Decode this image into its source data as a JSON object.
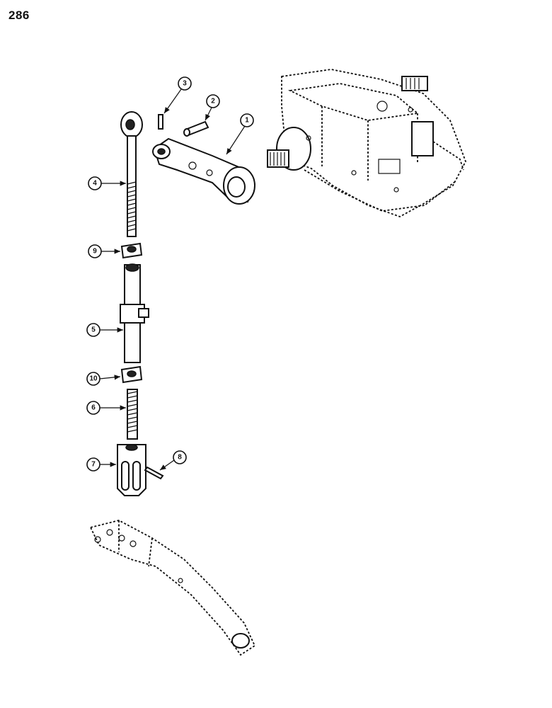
{
  "page": {
    "number": "286"
  },
  "callouts": [
    "1",
    "2",
    "3",
    "4",
    "5",
    "6",
    "7",
    "8",
    "9",
    "10"
  ],
  "colors": {
    "ink": "#111111",
    "paper": "#ffffff"
  }
}
